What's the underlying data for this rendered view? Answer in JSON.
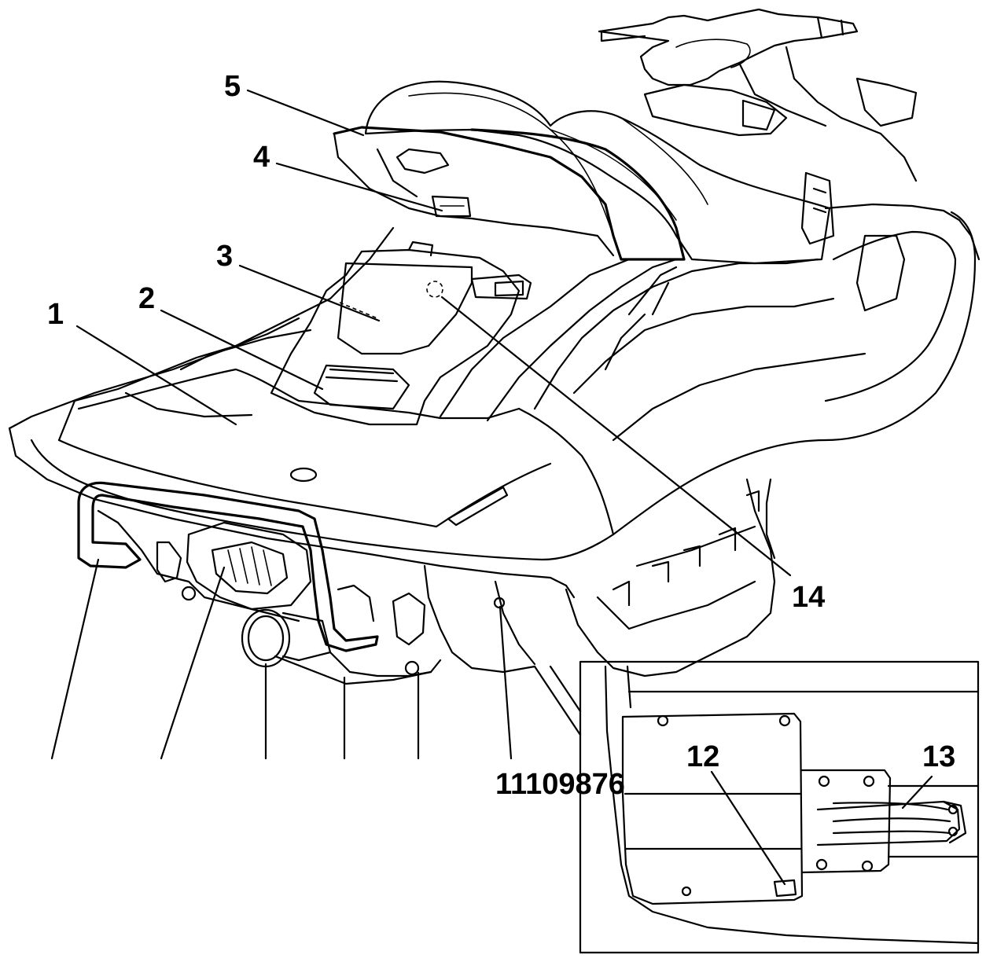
{
  "callouts": {
    "c1": "1",
    "c2": "2",
    "c3": "3",
    "c4": "4",
    "c5": "5",
    "bottom_row": "11109876",
    "c12": "12",
    "c13": "13",
    "c14": "14"
  }
}
